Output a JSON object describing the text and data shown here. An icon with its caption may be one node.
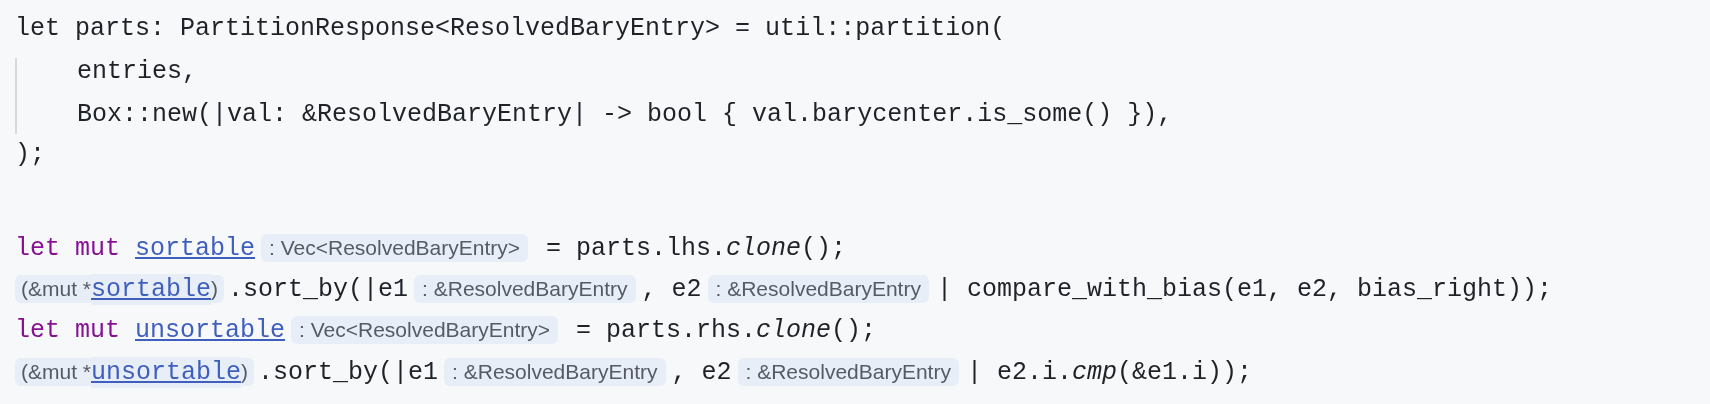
{
  "diagram": {
    "labels": [
      "let parts: PartitionResponse<ResolvedBaryEntry> = util::partition(",
      "entries,",
      "Box::new(|val: &ResolvedBaryEntry| -> bool { val.barycenter.is_some() }),",
      ");",
      "let mut",
      "sortable",
      ": Vec<ResolvedBaryEntry>",
      "= parts.lhs.*clone*();",
      "(&mut *",
      "sortable",
      ")",
      ".sort_by(|e1",
      ": &ResolvedBaryEntry",
      ", e2",
      ": &ResolvedBaryEntry",
      "| compare_with_bias(e1, e2, bias_right));",
      "let mut",
      "unsortable",
      ": Vec<ResolvedBaryEntry>",
      "= parts.rhs.*clone*();",
      "(&mut *",
      "unsortable",
      ")",
      ".sort_by(|e1",
      ": &ResolvedBaryEntry",
      ", e2",
      ": &ResolvedBaryEntry",
      "| e2.i.*cmp*(&e1.i));"
    ]
  }
}
